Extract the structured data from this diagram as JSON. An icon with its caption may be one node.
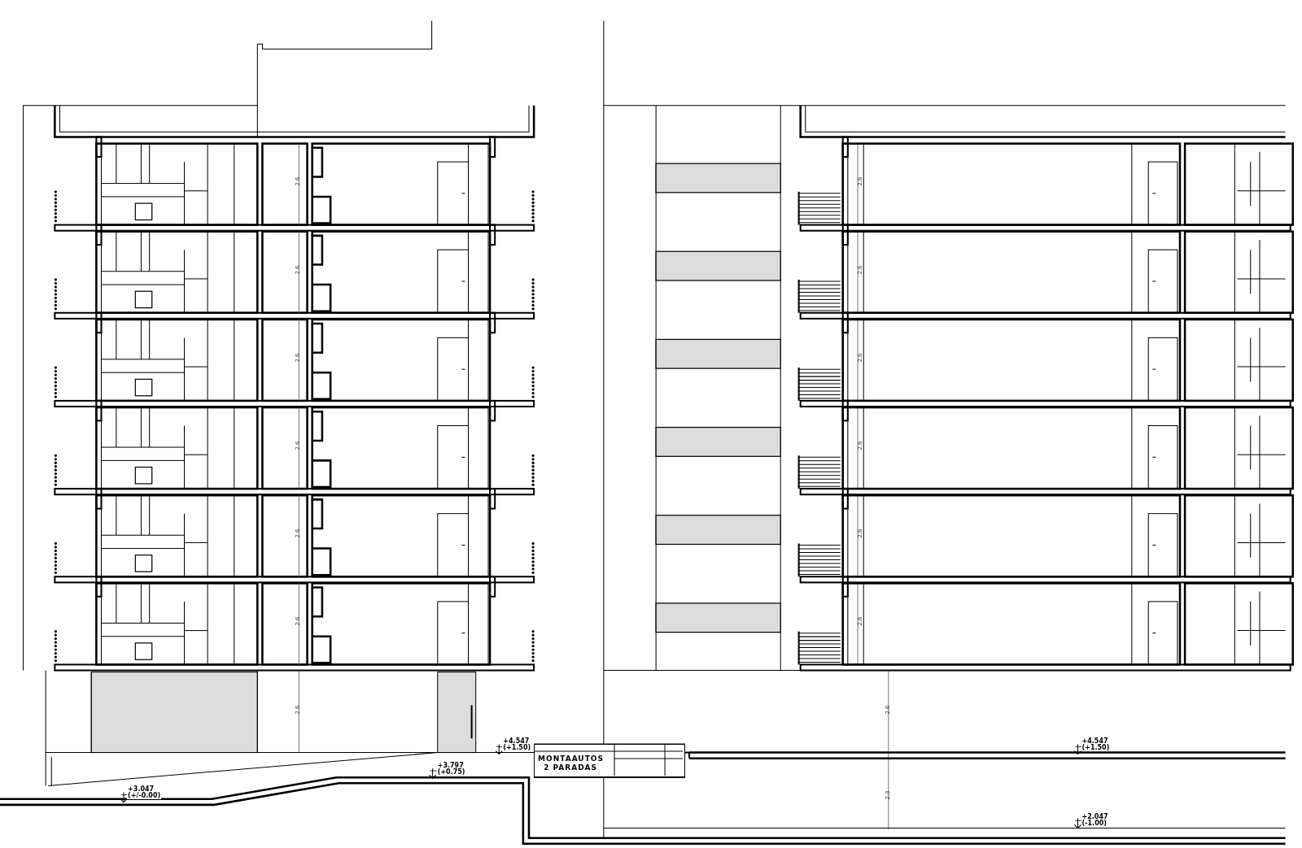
{
  "diagram": {
    "nodes": [
      {
        "text": [
          "MONTAAUTOS 2 PARADAS"
        ]
      }
    ],
    "labels": [
      "2.6",
      "2.6",
      "2.6",
      "2.6",
      "2.6",
      "2.6",
      "2.6",
      "2.6",
      "2.6",
      "2.6",
      "2.6",
      "2.6",
      "2.6",
      "2.6",
      "+4.547",
      "(+1.50)",
      "+4.547",
      "(+1.50)",
      "+3.797",
      "(+0.75)",
      "+3.047",
      "(+/-0.00)",
      "2.3",
      "+2.047",
      "(-1.00)"
    ]
  }
}
